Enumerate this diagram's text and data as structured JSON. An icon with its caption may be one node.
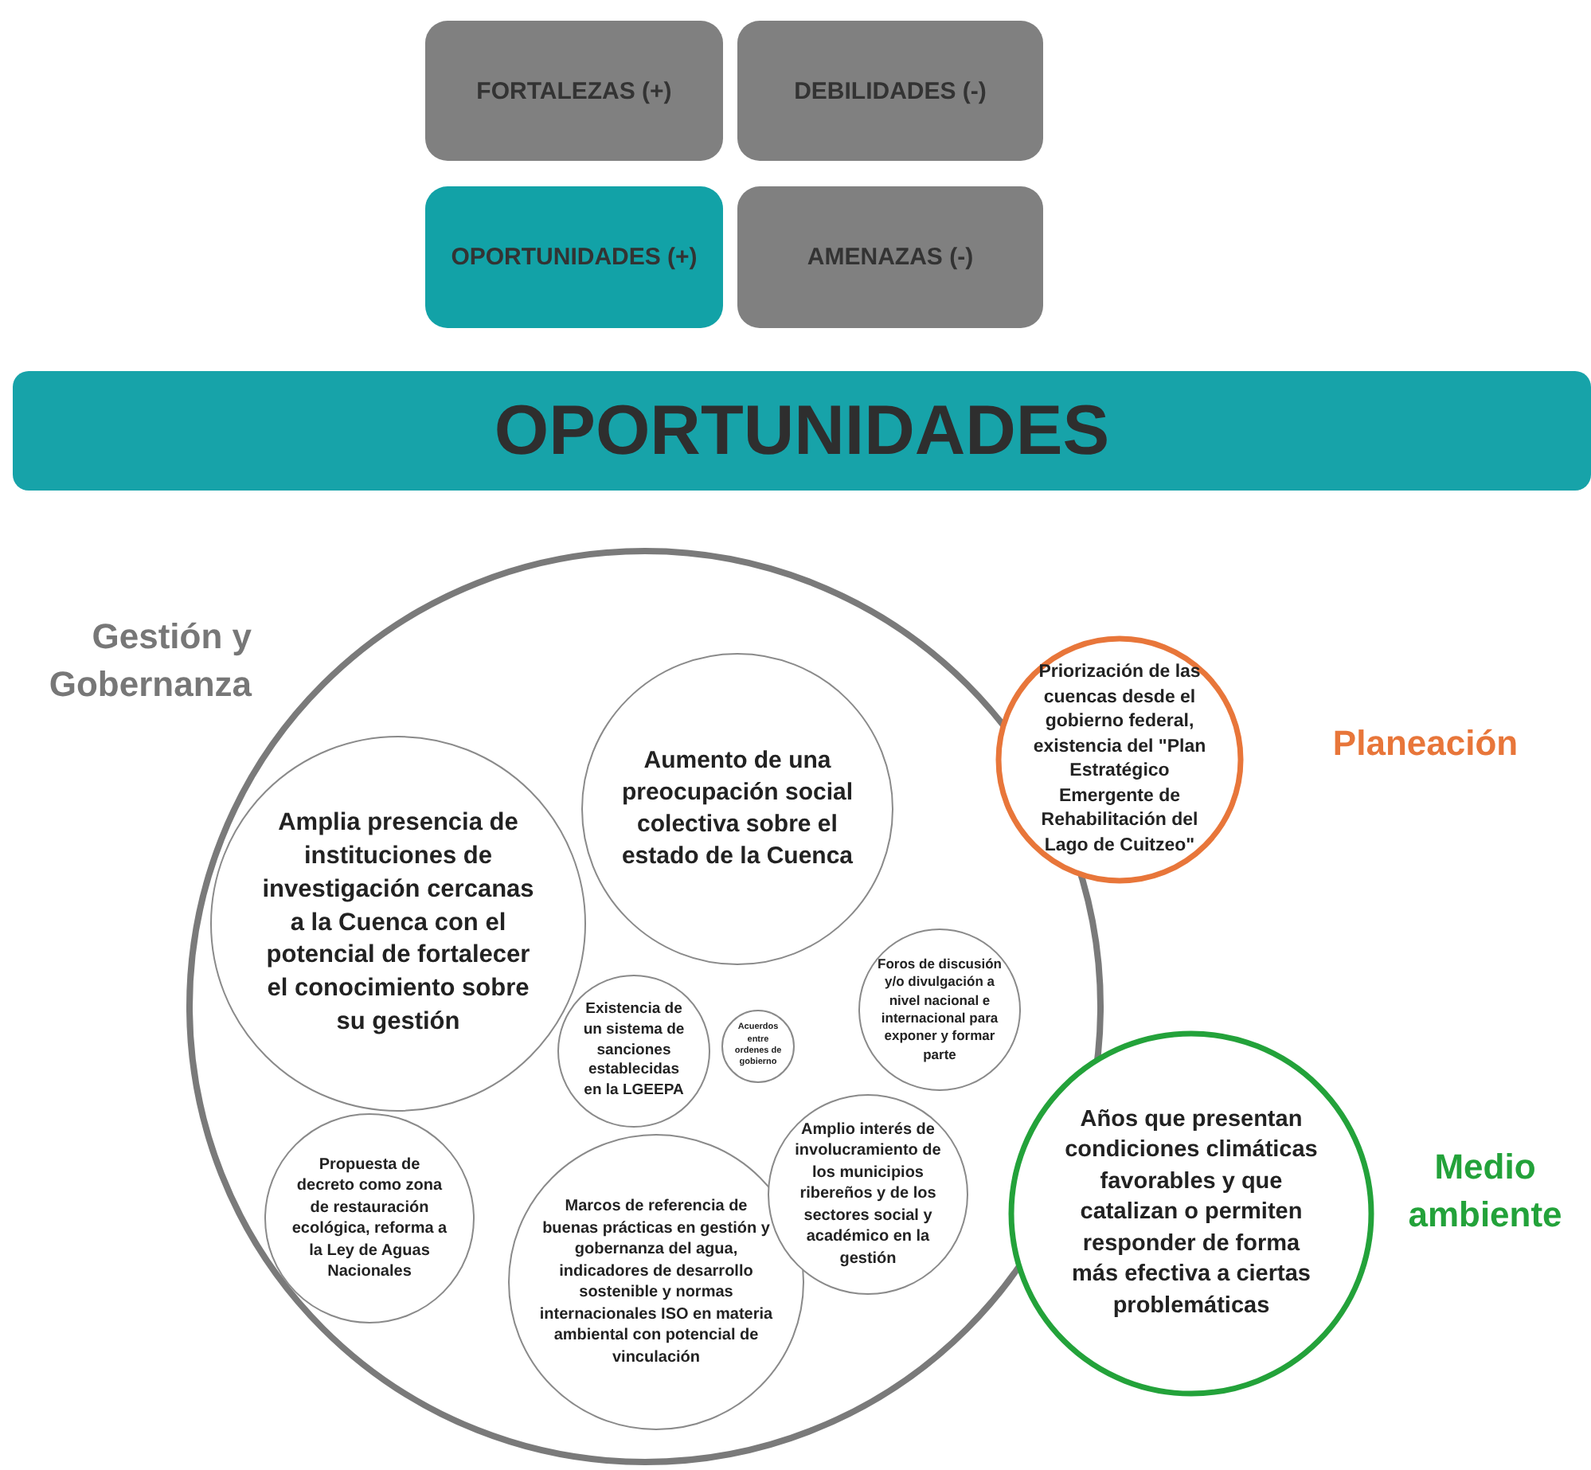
{
  "diagram": {
    "nodes": [
      {
        "text": [
          "FORTALEZAS (+)"
        ]
      },
      {
        "text": [
          "DEBILIDADES (-)"
        ]
      },
      {
        "text": [
          "OPORTUNIDADES (+)"
        ]
      },
      {
        "text": [
          "AMENAZAS (-)"
        ]
      },
      {
        "text": [
          "OPORTUNIDADES"
        ]
      },
      {
        "text": [
          "Gestión y Gobernanza"
        ]
      },
      {
        "text": [
          "Aumento de una preocupación social colectiva sobre el estado de la Cuenca"
        ],
        "in": 5
      },
      {
        "text": [
          "Amplia presencia de instituciones de investigación cercanas a la Cuenca con el potencial de fortalecer el conocimiento sobre su gestión"
        ],
        "in": 5
      },
      {
        "text": [
          "Existencia de un sistema de sanciones establecidas en la LGEEPA"
        ],
        "in": 5
      },
      {
        "text": [
          "Acuerdos entre ordenes de gobierno"
        ],
        "in": 5
      },
      {
        "text": [
          "Foros de discusión y/o divulgación a nivel nacional e internacional para exponer y formar parte"
        ],
        "in": 5
      },
      {
        "text": [
          "Propuesta de decreto  como zona de restauración ecológica, reforma a la Ley de Aguas Nacionales"
        ],
        "in": 5
      },
      {
        "text": [
          "Marcos de referencia de buenas prácticas en gestión y gobernanza del agua, indicadores de desarrollo sostenible y normas internacionales ISO en materia ambiental con potencial de vinculación"
        ],
        "in": 5
      },
      {
        "text": [
          "Amplio interés de involucramiento de los municipios ribereños y de los sectores social y académico en la gestión"
        ],
        "in": 5
      },
      {
        "text": [
          "Priorización de las cuencas desde el gobierno federal, existencia del \"Plan Estratégico Emergente de Rehabilitación del Lago de Cuitzeo\"",
          "Planeación"
        ]
      },
      {
        "text": [
          "Años que presentan condiciones climáticas favorables y que catalizan o permiten responder de forma más efectiva a ciertas problemáticas",
          "Medio ambiente"
        ]
      }
    ]
  }
}
